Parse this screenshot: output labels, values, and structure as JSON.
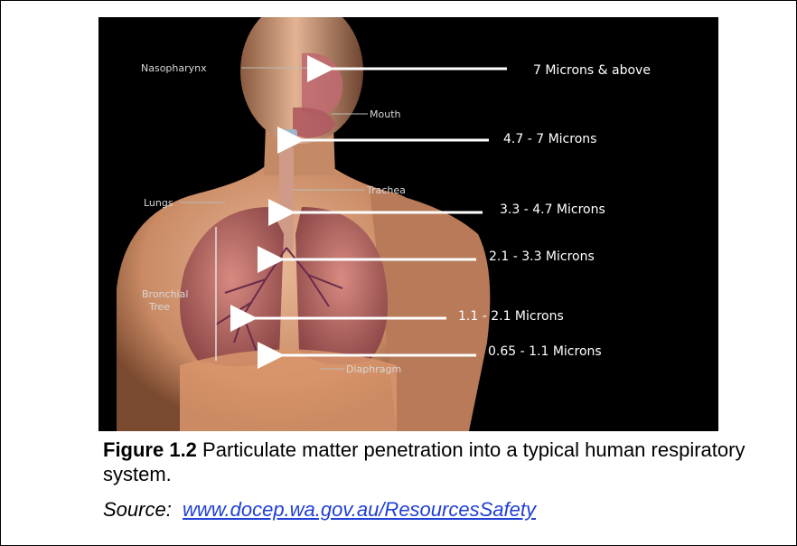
{
  "figure": {
    "anatomy_labels": {
      "nasopharynx": "Nasopharynx",
      "mouth": "Mouth",
      "trachea": "Trachea",
      "lungs": "Lungs",
      "bronchial_line1": "Bronchial",
      "bronchial_line2": "Tree",
      "diaphragm": "Diaphragm"
    },
    "particle_sizes": [
      "7 Microns & above",
      "4.7 - 7 Microns",
      "3.3 - 4.7 Microns",
      "2.1 - 3.3  Microns",
      "1.1 - 2.1 Microns",
      "0.65 - 1.1 Microns"
    ]
  },
  "caption": {
    "figure_number": "Figure 1.2",
    "text": " Particulate matter penetration into a typical human respiratory system."
  },
  "source": {
    "prefix": "Source:  ",
    "link_text": "www.docep.wa.gov.au/ResourcesSafety"
  },
  "colors": {
    "background": "#000000",
    "skin": "#d9a27e",
    "lungs": "#b86a6a",
    "arrow": "#ffffff",
    "link": "#1f3fd6"
  }
}
